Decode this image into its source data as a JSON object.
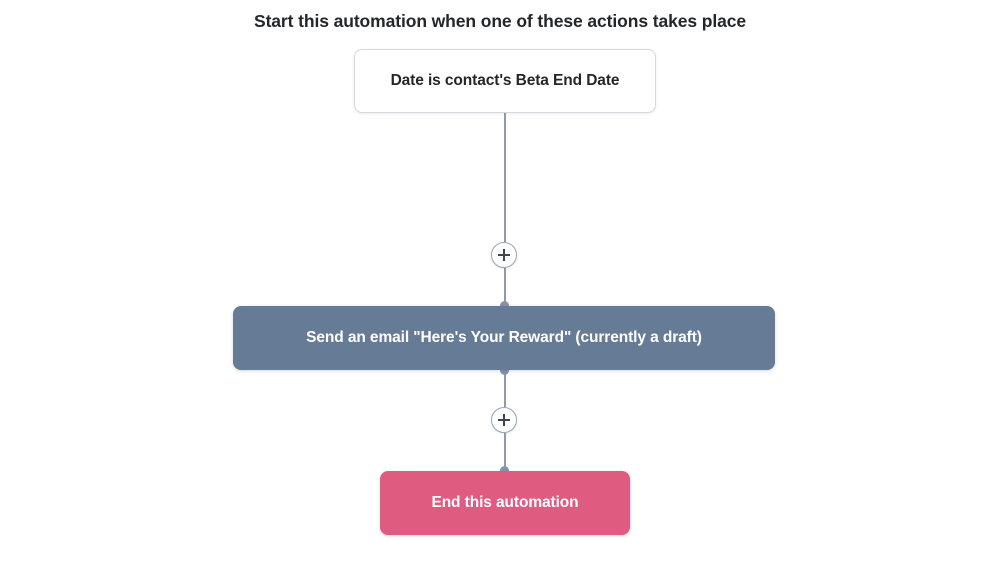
{
  "header": {
    "title": "Start this automation when one of these actions takes place"
  },
  "colors": {
    "canvas_background": "#ffffff",
    "title_text": "#24272a",
    "trigger_background": "#ffffff",
    "trigger_border": "#d7d8dd",
    "action_background": "#667c96",
    "end_background": "#e05b80",
    "connector_line": "#8f99b0",
    "connector_dot": "#8892ab",
    "plus_border": "#98a2b8",
    "plus_glyph": "#3d4552",
    "node_text_light": "#ffffff"
  },
  "flow": {
    "trigger": {
      "label": "Date is contact's Beta End Date",
      "type": "trigger-node"
    },
    "add_step_buttons": [
      {
        "icon": "plus-icon",
        "position": "between-trigger-and-email"
      },
      {
        "icon": "plus-icon",
        "position": "between-email-and-end"
      }
    ],
    "steps": [
      {
        "label": "Send an email \"Here's Your Reward\" (currently a draft)",
        "type": "action-node"
      },
      {
        "label": "End this automation",
        "type": "end-node"
      }
    ]
  }
}
